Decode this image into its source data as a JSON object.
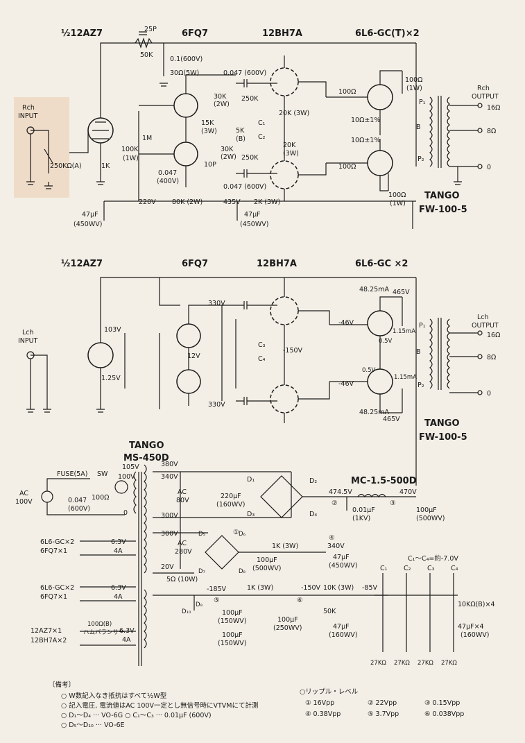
{
  "tube_labels": {
    "r_12az7": "½12AZ7",
    "r_6fq7": "6FQ7",
    "r_12bh7a": "12BH7A",
    "r_6l6": "6L6-GC(T)×2",
    "l_12az7": "½12AZ7",
    "l_6fq7": "6FQ7",
    "l_12bh7a": "12BH7A",
    "l_6l6": "6L6-GC ×2"
  },
  "inputs": {
    "rch": [
      "Rch",
      "INPUT"
    ],
    "lch": [
      "Lch",
      "INPUT"
    ]
  },
  "outputs": {
    "rch": [
      "Rch",
      "OUTPUT"
    ],
    "lch": [
      "Lch",
      "OUTPUT"
    ],
    "taps": [
      "16Ω",
      "8Ω",
      "0"
    ],
    "transformer": [
      "TANGO",
      "FW-100-5"
    ]
  },
  "rch_parts": {
    "c25p": "25P",
    "r50k": "50K",
    "c01": "0.1(600V)",
    "r30": "30Ω(5W)",
    "c047a": "0.047 (600V)",
    "r30k": "30K",
    "r30k_w": "(2W)",
    "r250k_a": "250K",
    "r250k_b": "250K",
    "r15k": "15K",
    "r15k_w": "(3W)",
    "r5k": "5K",
    "r5k_b": "(B)",
    "r30k2": "30K",
    "r30k2_w": "(2W)",
    "c10p": "10P",
    "c1": "C₁",
    "c2": "C₂",
    "r1m": "1M",
    "r100k": "100K",
    "r100k_w": "(1W)",
    "c047b": "0.047",
    "c047b_v": "(400V)",
    "c047c": "0.047 (600V)",
    "r20k3": "20K (3W)",
    "r20k3b": "20K",
    "r20k3b_w": "(3W)",
    "r100_a": "100Ω",
    "r100_b": "100Ω",
    "r10_a": "10Ω±1%",
    "r10_b": "10Ω±1%",
    "p1": "P₁",
    "b": "B",
    "p2": "P₂",
    "r100w_a": "100Ω",
    "r100w_a_w": "(1W)",
    "r100w_b": "100Ω",
    "r100w_b_w": "(1W)",
    "vr250k": "250KΩ(A)",
    "r1k": "1K"
  },
  "rail": {
    "c47": "47μF",
    "c47_v": "(450WV)",
    "v220": "220V",
    "r80k": "80K (2W)",
    "v435": "435V",
    "r2k": "2K (3W)",
    "c47b": "47μF",
    "c47b_v": "(450WV)"
  },
  "lch_parts": {
    "v103": "103V",
    "v125": "1.25V",
    "v330a": "330V",
    "v330b": "330V",
    "v12": "12V",
    "c3": "C₃",
    "c4": "C₄",
    "vm150": "-150V",
    "i4825a": "48.25mA",
    "i4825b": "48.25mA",
    "v465a": "465V",
    "v465b": "465V",
    "vm46a": "-46V",
    "vm46b": "-46V",
    "i115a": "1.15mA",
    "i115b": "1.15mA",
    "v05a": "0.5V",
    "v05b": "0.5V",
    "p1": "P₁",
    "b": "B",
    "p2": "P₂"
  },
  "power": {
    "pt_name": [
      "TANGO",
      "MS-450D"
    ],
    "ac_in": [
      "AC",
      "100V"
    ],
    "fuse": "FUSE(5A)",
    "sw": "SW",
    "c047": "0.047",
    "c047_v": "(600V)",
    "r100": "100Ω",
    "v105": "105V",
    "v100": "100V",
    "v0": "0",
    "v380": "380V",
    "v340": "340V",
    "ac80": [
      "AC",
      "80V"
    ],
    "v300a": "300V",
    "v300b": "300V",
    "ac280": [
      "AC",
      "280V"
    ],
    "v20": "20V",
    "r5": "5Ω (10W)",
    "d1": "D₁",
    "d2": "D₂",
    "d3": "D₃",
    "d4": "D₄",
    "d5": "D₅",
    "d6": "D₆",
    "d7": "D₇",
    "d8": "D₈",
    "d9": "D₉",
    "d10": "D₁₀",
    "c220": "220μF",
    "c220_v": "(160WV)",
    "v4745": "474.5V",
    "choke": "MC-1.5-500D",
    "v470": "470V",
    "c001": "0.01μF",
    "c001_v": "(1KV)",
    "c100a": "100μF",
    "c100a_v": "(500WV)",
    "r1k3": "1K (3W)",
    "v340b": "340V",
    "c47": "47μF",
    "c47_v": "(450WV)",
    "c100b": "100μF",
    "c100b_v": "(500WV)",
    "vm185": "-185V",
    "r1k3b": "1K (3W)",
    "vm150": "-150V",
    "r10k3": "10K (3W)",
    "vm85": "-85V",
    "r50k": "50K",
    "c100c": "100μF",
    "c100c_v": "(150WV)",
    "c100d": "100μF",
    "c100d_v": "(150WV)",
    "c100e": "100μF",
    "c100e_v": "(250WV)",
    "c47f": "47μF",
    "c47f_v": "(160WV)",
    "heater1": [
      "6L6-GC×2",
      "6FQ7×1"
    ],
    "heater2": [
      "6L6-GC×2",
      "6FQ7×1"
    ],
    "heater3": [
      "12AZ7×1",
      "12BH7A×2"
    ],
    "h1v": [
      "6.3V",
      "4A"
    ],
    "h2v": [
      "6.3V",
      "4A"
    ],
    "h3v": [
      "6.3V",
      "4A"
    ],
    "hum": [
      "100Ω(B)",
      "ハムバランサー"
    ],
    "c_eq": "C₁～C₄=約-7.0V",
    "c_labels": [
      "C₁",
      "C₂",
      "C₃",
      "C₄"
    ],
    "r10kb": "10KΩ(B)×4",
    "c47x4": "47μF×4",
    "c47x4_v": "(160WV)",
    "r27k": [
      "27KΩ",
      "27KΩ",
      "27KΩ",
      "27KΩ"
    ],
    "nodes": [
      "①",
      "②",
      "③",
      "④",
      "⑤",
      "⑥"
    ]
  },
  "notes": {
    "title": "〔備考〕",
    "lines": [
      "○ W数記入なき抵抗はすべて½W型",
      "○ 記入電圧, 電流値はAC 100V一定とし無信号時にVTVMにて計測",
      "○ D₁～D₄ ··· VO-6G   ○ C₁～C₃ ··· 0.01μF (600V)",
      "○ D₅～D₁₀ ··· VO-6E"
    ],
    "ripple_title": "○リップル・レベル",
    "ripple": [
      "① 16Vpp",
      "② 22Vpp",
      "③ 0.15Vpp",
      "④ 0.38Vpp",
      "⑤ 3.7Vpp",
      "⑥ 0.038Vpp"
    ]
  }
}
